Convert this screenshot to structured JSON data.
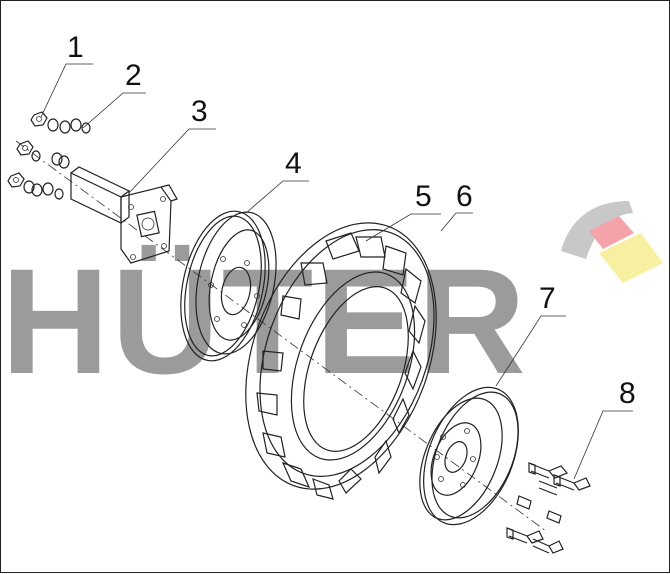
{
  "diagram": {
    "callouts": [
      "1",
      "2",
      "3",
      "4",
      "5",
      "6",
      "7",
      "8"
    ]
  },
  "watermark": {
    "text": "HÜTER",
    "color": "#8a8a8a",
    "accent_colors": [
      "#c8c8c8",
      "#f4a3a8",
      "#f6f0a0"
    ]
  },
  "colors": {
    "line": "#222222",
    "background": "#ffffff"
  }
}
